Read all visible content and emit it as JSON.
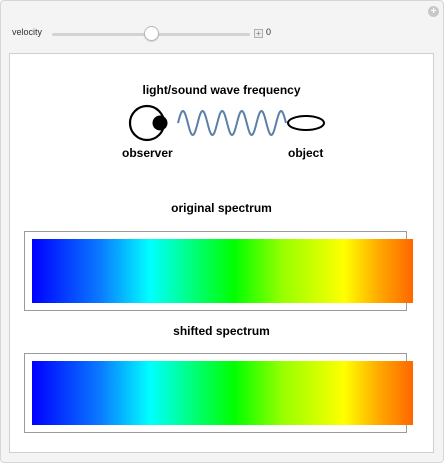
{
  "control": {
    "label": "velocity",
    "value": "0",
    "slider_fraction": 0.5
  },
  "diagram": {
    "title": "light/sound wave frequency",
    "observer_label": "observer",
    "object_label": "object"
  },
  "original": {
    "title": "original spectrum"
  },
  "shifted": {
    "title": "shifted spectrum"
  },
  "colors": {
    "wave": "#5b7fa6",
    "spectrum_stops": [
      "#0000ff",
      "#0a7bff",
      "#00ffff",
      "#00ff66",
      "#00ff00",
      "#99ff00",
      "#ffff00",
      "#ffaa00",
      "#ff6600"
    ]
  }
}
